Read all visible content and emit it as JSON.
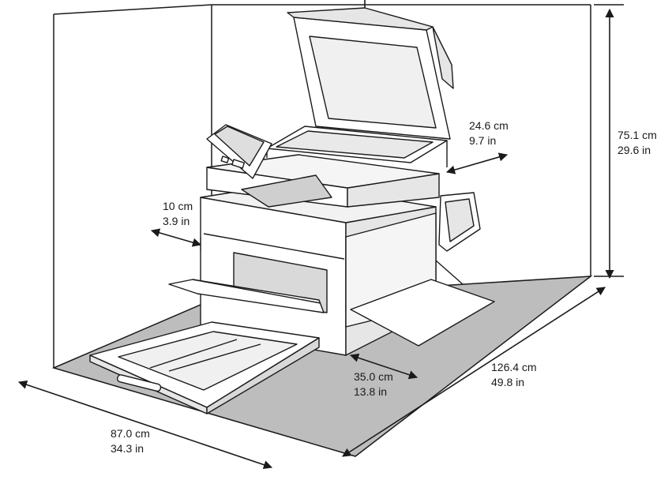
{
  "dimensions": {
    "height": {
      "metric": "75.1 cm",
      "imperial": "29.6 in"
    },
    "rear_clearance": {
      "metric": "24.6 cm",
      "imperial": "9.7 in"
    },
    "side_clearance": {
      "metric": "10 cm",
      "imperial": "3.9 in"
    },
    "front_clearance": {
      "metric": "35.0 cm",
      "imperial": "13.8 in"
    },
    "depth": {
      "metric": "126.4 cm",
      "imperial": "49.8 in"
    },
    "width": {
      "metric": "87.0 cm",
      "imperial": "34.3 in"
    }
  },
  "colors": {
    "floor": "#bdbdbd",
    "line": "#1a1a1a",
    "printer_body": "#ffffff",
    "printer_shade": "#d9d9d9"
  },
  "icons": [
    "printer-illustration",
    "dimension-arrow"
  ]
}
